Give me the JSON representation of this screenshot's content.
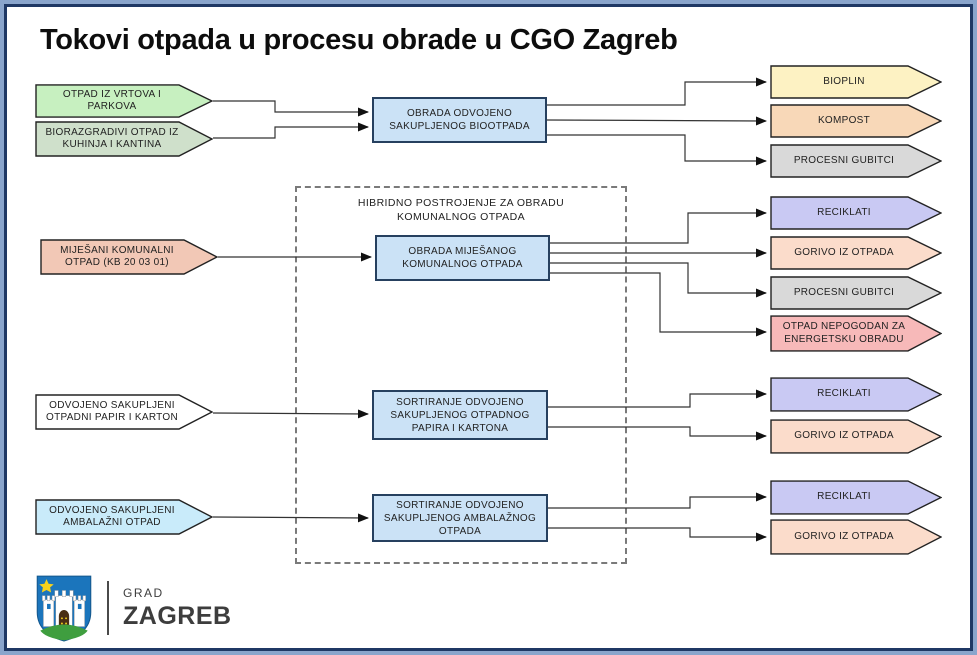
{
  "title": "Tokovi otpada u procesu obrade u CGO Zagreb",
  "diagram": {
    "hybrid_plant_label": "HIBRIDNO POSTROJENJE ZA OBRADU KOMUNALNOG OTPADA",
    "inputs": [
      {
        "label": "OTPAD IZ VRTOVA I PARKOVA",
        "color": "#c7f0c0"
      },
      {
        "label": "BIORAZGRADIVI OTPAD IZ KUHINJA I KANTINA",
        "color": "#cfe0cb"
      },
      {
        "label": "MIJEŠANI KOMUNALNI OTPAD (KB 20 03 01)",
        "color": "#f2c8b6"
      },
      {
        "label": "ODVOJENO SAKUPLJENI OTPADNI PAPIR I KARTON",
        "color": "#ffffff"
      },
      {
        "label": "ODVOJENO SAKUPLJENI AMBALAŽNI OTPAD",
        "color": "#c9ebfa"
      }
    ],
    "processes": [
      {
        "label": "OBRADA ODVOJENO SAKUPLJENOG BIOOTPADA",
        "color": "#cbe2f6"
      },
      {
        "label": "OBRADA MIJEŠANOG KOMUNALNOG OTPADA",
        "color": "#cbe2f6"
      },
      {
        "label": "SORTIRANJE ODVOJENO SAKUPLJENOG OTPADNOG PAPIRA I KARTONA",
        "color": "#cbe2f6"
      },
      {
        "label": "SORTIRANJE ODVOJENO SAKUPLJENOG AMBALAŽNOG OTPADA",
        "color": "#cbe2f6"
      }
    ],
    "outputs": [
      {
        "label": "BIOPLIN",
        "color": "#fdf2c3"
      },
      {
        "label": "KOMPOST",
        "color": "#f8d8b8"
      },
      {
        "label": "PROCESNI GUBITCI",
        "color": "#d9d9d9"
      },
      {
        "label": "RECIKLATI",
        "color": "#c9c9f3"
      },
      {
        "label": "GORIVO IZ OTPADA",
        "color": "#fbdccb"
      },
      {
        "label": "PROCESNI GUBITCI",
        "color": "#d9d9d9"
      },
      {
        "label": "OTPAD NEPOGODAN ZA ENERGETSKU OBRADU",
        "color": "#f7b9b9"
      },
      {
        "label": "RECIKLATI",
        "color": "#c9c9f3"
      },
      {
        "label": "GORIVO IZ OTPADA",
        "color": "#fbdccb"
      },
      {
        "label": "RECIKLATI",
        "color": "#c9c9f3"
      },
      {
        "label": "GORIVO IZ OTPADA",
        "color": "#fbdccb"
      }
    ]
  },
  "logo": {
    "caption_top": "GRAD",
    "caption_bottom": "ZAGREB"
  },
  "colors": {
    "frame_outer": "#8aa5cc",
    "frame_inner": "#1f3864",
    "connector": "#333333"
  }
}
